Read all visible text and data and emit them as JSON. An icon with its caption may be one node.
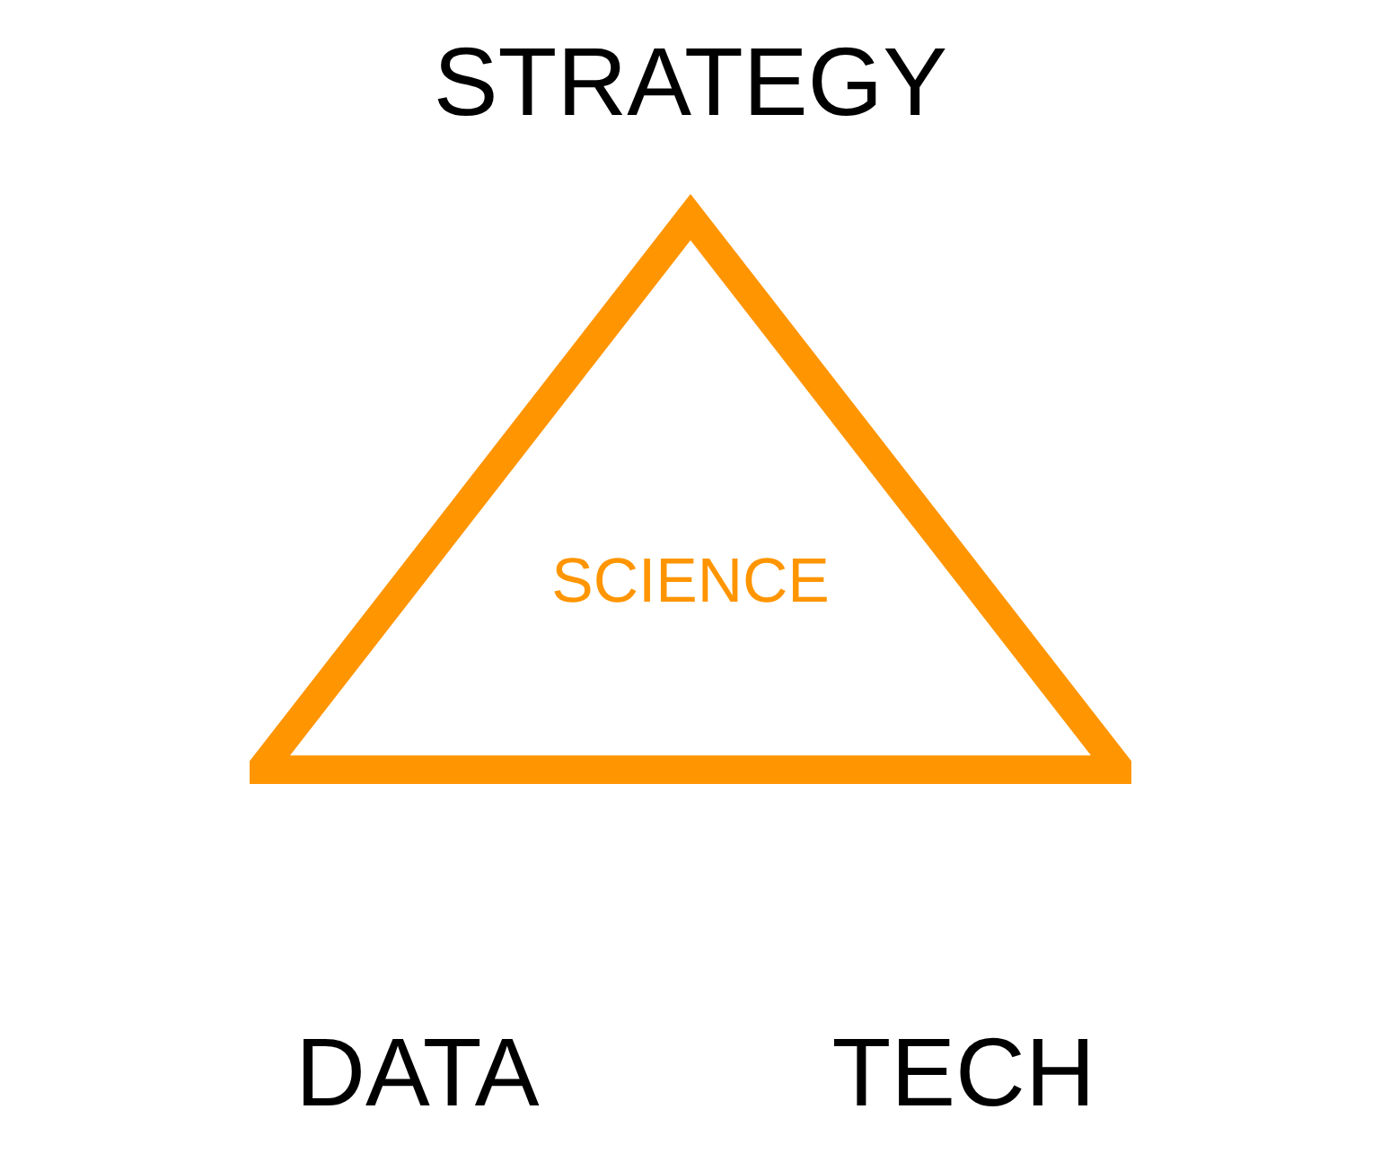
{
  "diagram": {
    "nodes": [
      {
        "text": [
          "SCIENCE"
        ]
      }
    ],
    "labels": [
      "STRATEGY",
      "DATA",
      "TECH"
    ]
  }
}
